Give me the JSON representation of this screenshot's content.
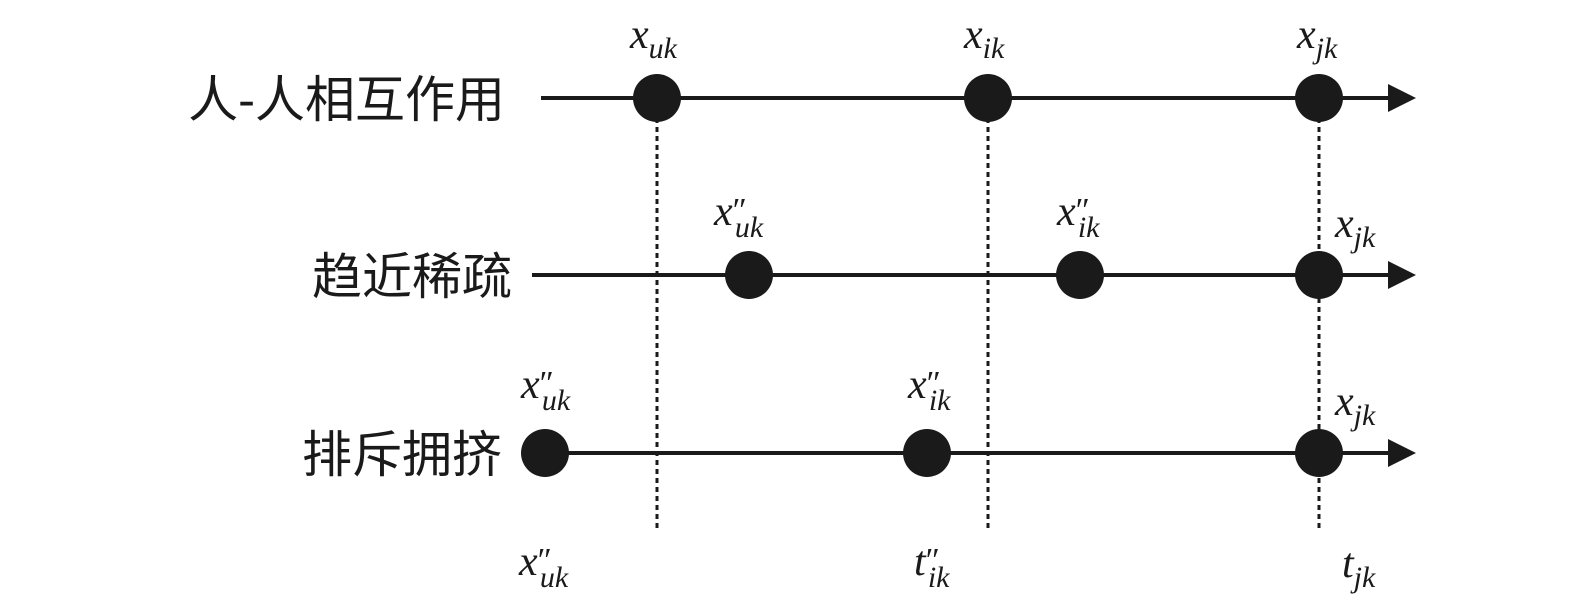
{
  "rows": [
    {
      "label": "人-人相互作用",
      "points": [
        {
          "name": "x_uk",
          "base": "x",
          "prime": "",
          "sub": "uk"
        },
        {
          "name": "x_ik",
          "base": "x",
          "prime": "",
          "sub": "ik"
        },
        {
          "name": "x_jk",
          "base": "x",
          "prime": "",
          "sub": "jk"
        }
      ]
    },
    {
      "label": "趋近稀疏",
      "points": [
        {
          "name": "x2_uk",
          "base": "x",
          "prime": "″",
          "sub": "uk"
        },
        {
          "name": "x2_ik",
          "base": "x",
          "prime": "″",
          "sub": "ik"
        },
        {
          "name": "x_jk",
          "base": "x",
          "prime": "",
          "sub": "jk"
        }
      ]
    },
    {
      "label": "排斥拥挤",
      "points": [
        {
          "name": "x2_uk",
          "base": "x",
          "prime": "″",
          "sub": "uk"
        },
        {
          "name": "x2_ik",
          "base": "x",
          "prime": "″",
          "sub": "ik"
        },
        {
          "name": "x_jk",
          "base": "x",
          "prime": "",
          "sub": "jk"
        }
      ]
    }
  ],
  "bottom_labels": [
    {
      "name": "x2_uk",
      "base": "x",
      "prime": "″",
      "sub": "uk"
    },
    {
      "name": "t2_ik",
      "base": "t",
      "prime": "″",
      "sub": "ik"
    },
    {
      "name": "t_jk",
      "base": "t",
      "prime": "",
      "sub": "jk"
    }
  ],
  "colors": {
    "ink": "#1a1a1a",
    "background": "#ffffff"
  }
}
